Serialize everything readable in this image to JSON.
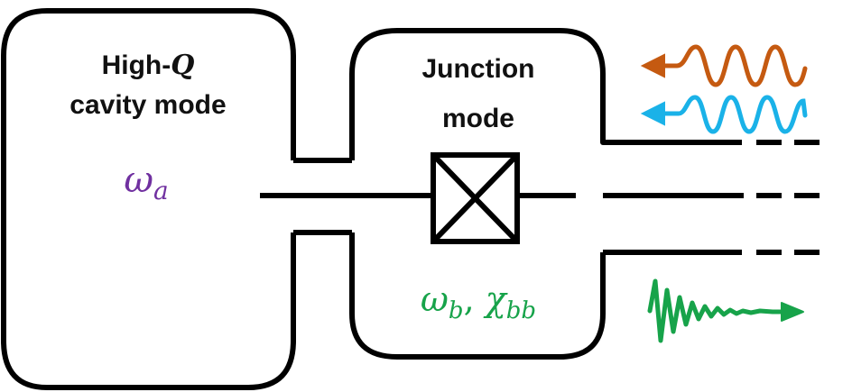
{
  "cavity": {
    "title_prefix": "High-",
    "title_symbol": "Q",
    "title_line2": "cavity mode",
    "freq_symbol": "ω",
    "freq_sub": "a"
  },
  "junction": {
    "title_line1": "Junction",
    "title_line2": "mode",
    "freq_symbol": "ω",
    "freq_sub": "b",
    "separator": ", ",
    "kerr_symbol": "χ",
    "kerr_sub": "bb"
  },
  "colors": {
    "outline": "#000000",
    "cavity_freq": "#7030a0",
    "junction_params": "#17a34a",
    "wave_orange": "#c55a11",
    "wave_blue": "#1ab2e8",
    "wave_green": "#17a34a"
  },
  "icons": {
    "junction": "josephson-junction-icon",
    "drive_1": "incoming-wave-arrow-icon",
    "drive_2": "incoming-wave-arrow-icon",
    "output": "decaying-wave-arrow-icon"
  }
}
